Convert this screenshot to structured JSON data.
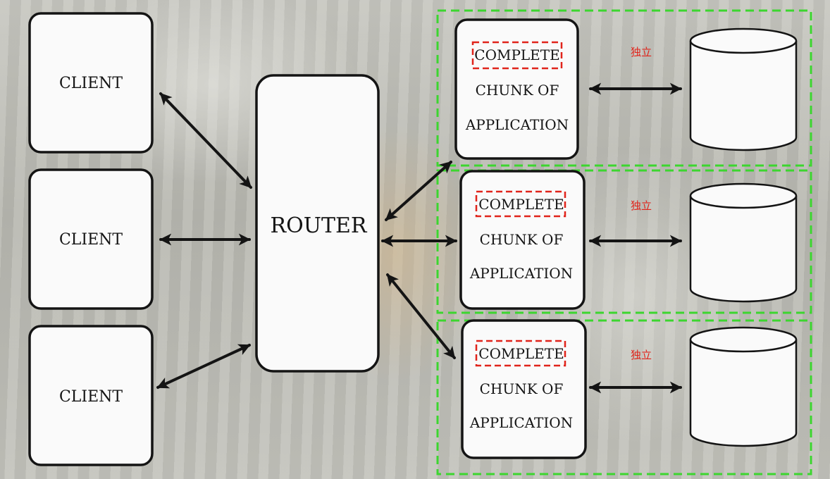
{
  "clients": [
    "CLIENT",
    "CLIENT",
    "CLIENT"
  ],
  "router": {
    "label": "ROUTER"
  },
  "chunks": [
    {
      "highlight": "COMPLETE",
      "line2": "CHUNK OF",
      "line3": "APPLICATION",
      "note": "独立"
    },
    {
      "highlight": "COMPLETE",
      "line2": "CHUNK OF",
      "line3": "APPLICATION",
      "note": "独立"
    },
    {
      "highlight": "COMPLETE",
      "line2": "CHUNK OF",
      "line3": "APPLICATION",
      "note": "独立"
    }
  ],
  "colors": {
    "ink": "#141414",
    "box_fill": "#fafafa",
    "group_outline": "#3cd62f",
    "highlight_outline": "#e0241b",
    "note_text": "#e0241b"
  }
}
